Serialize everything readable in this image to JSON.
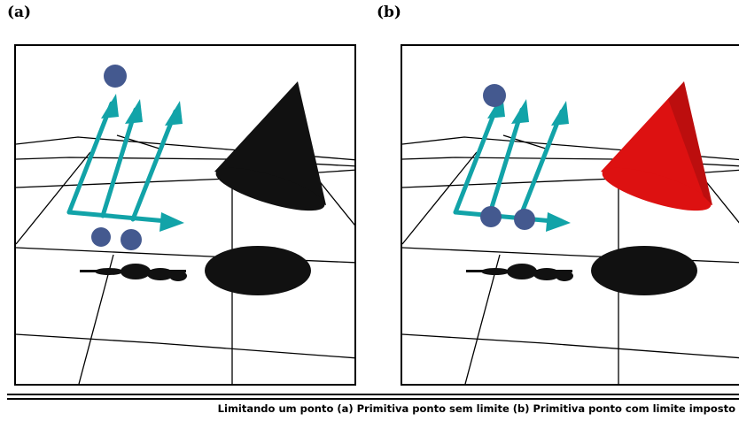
{
  "figure": {
    "panel_a": {
      "label": "(a)",
      "cone_color": "#111111",
      "arrow_color": "#12a3a8",
      "sphere_color": "#44598f",
      "shadow_color": "#111111"
    },
    "panel_b": {
      "label": "(b)",
      "cone_color": "#dd1111",
      "arrow_color": "#12a3a8",
      "sphere_color": "#44598f",
      "shadow_color": "#111111"
    },
    "caption": "Limitando um ponto (a) Primitiva ponto sem limite (b) Primitiva ponto com limite imposto"
  }
}
